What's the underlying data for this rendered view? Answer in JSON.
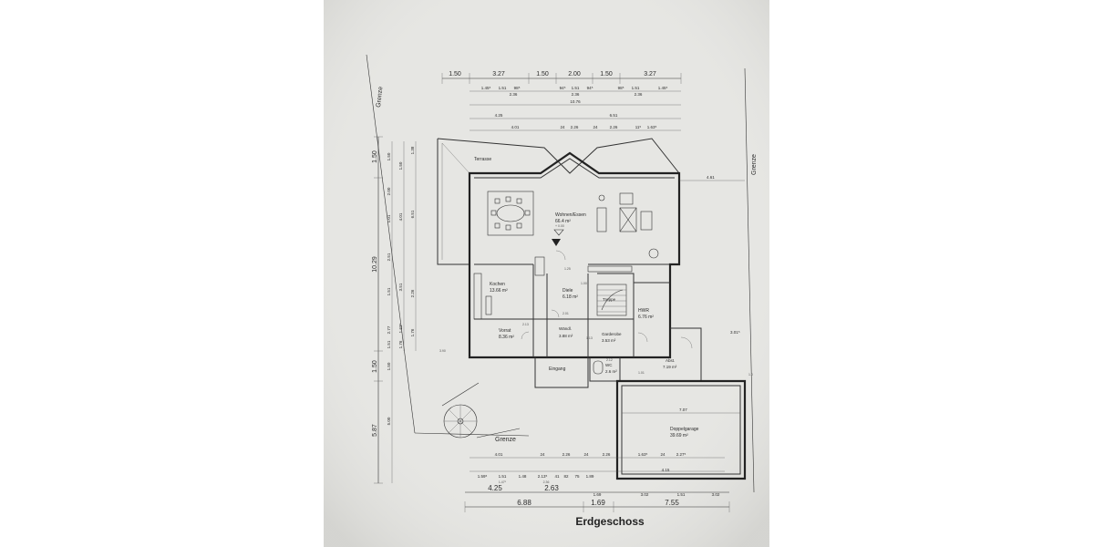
{
  "title": "Erdgeschoss",
  "property_line": {
    "label": "Grenze"
  },
  "rooms": {
    "terrace": {
      "name": "Terrasse"
    },
    "living": {
      "name": "Wohnen/Essen",
      "area": "66.4 m²",
      "level": "+ 0.00"
    },
    "kitchen": {
      "name": "Kochen",
      "area": "13.66 m²"
    },
    "hall": {
      "name": "Diele",
      "area": "6.18 m²"
    },
    "stairs": {
      "name": "Treppe"
    },
    "utility": {
      "name": "HWR",
      "area": "6.76 m²"
    },
    "pantry": {
      "name": "Vorrat",
      "area": "8.36 m²"
    },
    "storage": {
      "name": "Wändl.",
      "area": "3.88 m²"
    },
    "wardrobe": {
      "name": "Garderobe",
      "area": "3.53 m²"
    },
    "entrance": {
      "name": "Eingang"
    },
    "wc": {
      "name": "WC",
      "area": "2.6 m²"
    },
    "closet": {
      "name": "Abst.",
      "area": "7.19 m²"
    },
    "garage": {
      "name": "Doppelgarage",
      "area": "39.69 m²"
    }
  },
  "dims_top": {
    "row1": [
      "1.50",
      "3.27",
      "1.50",
      "2.00",
      "1.50",
      "3.27"
    ],
    "row2": [
      "1.45⁵",
      "1.51",
      "98⁵",
      "94⁵",
      "1.51",
      "94⁵",
      "98⁵",
      "1.51",
      "1.45⁵"
    ],
    "row2b": [
      "2.36",
      "2.36",
      "2.36"
    ],
    "total": "10.76",
    "row3": [
      "4.25",
      "6.51"
    ],
    "row4": [
      "4.01",
      "24",
      "2.26",
      "24",
      "2.26",
      "11⁵",
      "1.63⁵"
    ]
  },
  "dims_left": {
    "main": [
      "1.50",
      "10.29",
      "1.50",
      "5.87"
    ],
    "sub": [
      "1.50",
      "2.00",
      "1.01",
      "2.51",
      "1.51",
      "2.77",
      "1.51",
      "1.50",
      "5.00"
    ],
    "sub2": [
      "1.50",
      "4.01",
      "3.51",
      "1.63⁵",
      "1.76"
    ],
    "sub3": [
      "1.38",
      "6.51",
      "2.26",
      "1.76"
    ]
  },
  "dims_right": {
    "terrace_edge": "4.61",
    "wall": "3.01⁵",
    "small": "1.0"
  },
  "dims_bottom": {
    "row1": [
      "4.01",
      "24",
      "2.26",
      "24",
      "2.26",
      "1.63⁵",
      "24",
      "2.27⁵"
    ],
    "row2": [
      "1.59⁵",
      "1.51",
      "1.48",
      "2.13⁵",
      "41",
      "82",
      "75",
      "1.89",
      "4.15"
    ],
    "row3": [
      "1.47⁵",
      "2.36"
    ],
    "row4": [
      "4.25",
      "2.63",
      "1.69",
      "3.02",
      "1.51",
      "3.02"
    ],
    "row5": [
      "6.88",
      "1.69",
      "7.55"
    ]
  },
  "garage_width": "7.07",
  "misc": [
    "3.90",
    "1.01",
    "2.01",
    "2.13",
    "1.25",
    "1.00",
    "2.12",
    "1.13"
  ]
}
